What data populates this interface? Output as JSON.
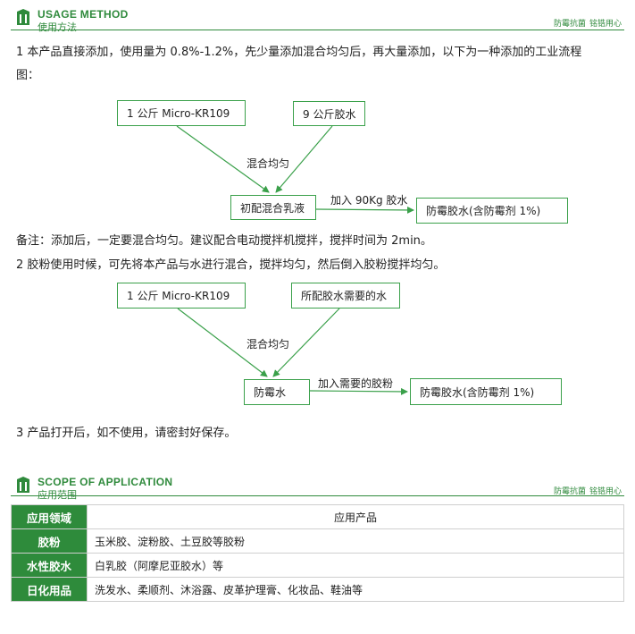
{
  "usage_header": {
    "title_en": "USAGE METHOD",
    "title_cn": "使用方法",
    "right_left": "防霉抗菌",
    "right_right": "铭锆用心"
  },
  "steps": {
    "step1_line1": "1  本产品直接添加，使用量为 0.8%-1.2%，先少量添加混合均匀后，再大量添加，以下为一种添加的工业流程",
    "step1_line2": "图：",
    "note": "备注：添加后，一定要混合均匀。建议配合电动搅拌机搅拌，搅拌时间为 2min。",
    "step2": "2  胶粉使用时候，可先将本产品与水进行混合，搅拌均匀，然后倒入胶粉搅拌均匀。",
    "step3": "3  产品打开后，如不使用，请密封好保存。"
  },
  "flow1": {
    "input_a": "1 公斤 Micro-KR109",
    "input_b": "9 公斤胶水",
    "mix_label": "混合均匀",
    "intermediate": "初配混合乳液",
    "add_label": "加入 90Kg 胶水",
    "result": "防霉胶水(含防霉剂 1%)"
  },
  "flow2": {
    "input_a": "1 公斤 Micro-KR109",
    "input_b": "所配胶水需要的水",
    "mix_label": "混合均匀",
    "intermediate": "防霉水",
    "add_label": "加入需要的胶粉",
    "result": "防霉胶水(含防霉剂 1%)"
  },
  "scope_header": {
    "title_en": "SCOPE OF APPLICATION",
    "title_cn": "应用范围",
    "right_left": "防霉抗菌",
    "right_right": "铭锆用心"
  },
  "scope_table": {
    "header_cat": "应用领域",
    "header_val": "应用产品",
    "rows": [
      {
        "cat": "胶粉",
        "val": "玉米胶、淀粉胶、土豆胶等胶粉"
      },
      {
        "cat": "水性胶水",
        "val": "白乳胶（阿摩尼亚胶水）等"
      },
      {
        "cat": "日化用品",
        "val": "洗发水、柔顺剂、沐浴露、皮革护理膏、化妆品、鞋油等"
      }
    ]
  },
  "colors": {
    "brand_green": "#2e8b3b",
    "box_border": "#3aa04a"
  }
}
